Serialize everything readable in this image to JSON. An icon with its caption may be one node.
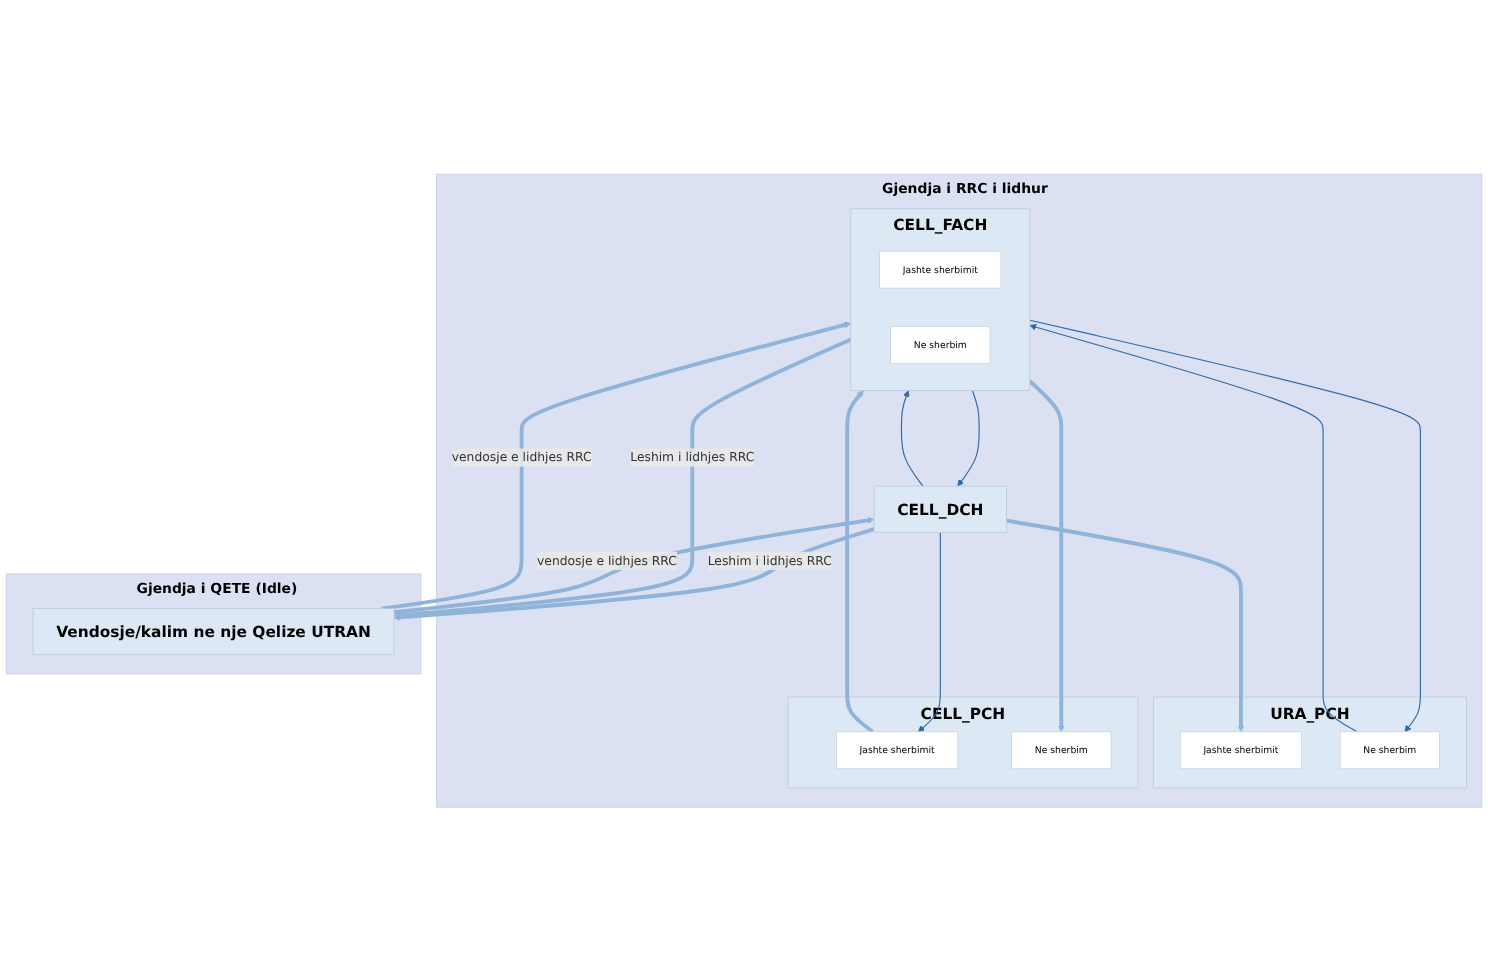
{
  "diagram": {
    "nodes": [
      {
        "text": [
          "Gjendja i RRC i lidhur"
        ]
      },
      {
        "text": [
          "URA_PCH"
        ],
        "in": 0
      },
      {
        "text": [
          "Jashte sherbimit"
        ],
        "in": 1
      },
      {
        "text": [
          "Ne sherbim"
        ],
        "in": 1
      },
      {
        "text": [
          "CELL_PCH"
        ],
        "in": 0
      },
      {
        "text": [
          "Jashte sherbimit"
        ],
        "in": 4
      },
      {
        "text": [
          "Ne sherbim"
        ],
        "in": 4
      },
      {
        "text": [
          "CELL_DCH"
        ],
        "in": 0
      },
      {
        "text": [
          "CELL_FACH"
        ],
        "in": 0
      },
      {
        "text": [
          "Jashte sherbimit"
        ],
        "in": 8
      },
      {
        "text": [
          "Ne sherbim"
        ],
        "in": 8
      },
      {
        "text": [
          "Gjendja i QETE (Idle)"
        ]
      },
      {
        "text": [
          "Vendosje/kalim ne nje Qelize UTRAN"
        ],
        "in": 11
      }
    ],
    "edges": [
      {
        "from": 7,
        "to": 2,
        "arrow": "to"
      },
      {
        "from": 3,
        "to": 8,
        "arrow": "to",
        "color": "#2e6aa8"
      },
      {
        "from": 8,
        "to": 3,
        "arrow": "to",
        "color": "#2e6aa8"
      },
      {
        "from": 7,
        "to": 5,
        "arrow": "to",
        "color": "#2e6aa8"
      },
      {
        "from": 5,
        "to": 8,
        "arrow": "to"
      },
      {
        "from": 8,
        "to": 6,
        "arrow": "to"
      },
      {
        "from": 8,
        "to": 7,
        "arrow": "to",
        "color": "#2e6aa8"
      },
      {
        "from": 7,
        "to": 8,
        "arrow": "to",
        "color": "#2e6aa8"
      },
      {
        "from": 7,
        "to": 12,
        "arrow": "to",
        "label": "Leshim i lidhjes RRC"
      },
      {
        "from": 12,
        "to": 7,
        "arrow": "to",
        "label": "vendosje e lidhjes RRC"
      },
      {
        "from": 8,
        "to": 12,
        "arrow": "to",
        "label": "Leshim i lidhjes RRC"
      },
      {
        "from": 12,
        "to": 8,
        "arrow": "to",
        "label": "vendosje e lidhjes RRC"
      }
    ]
  }
}
